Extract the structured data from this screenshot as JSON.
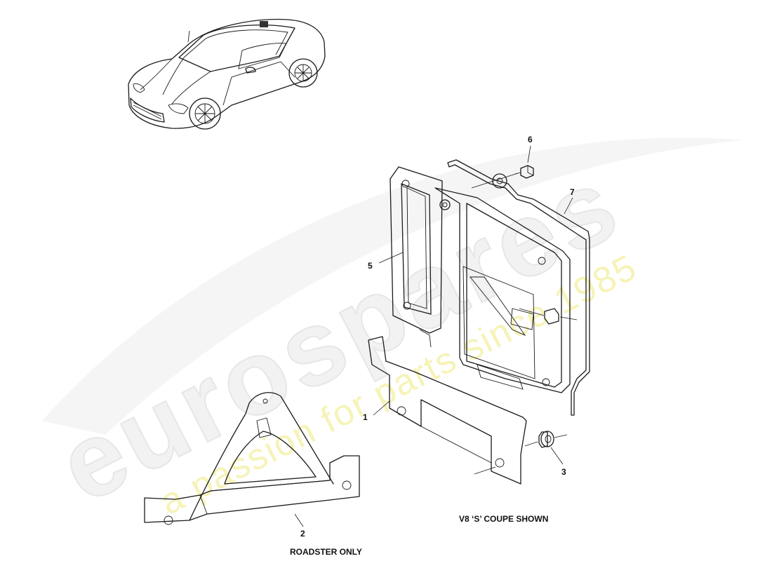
{
  "watermark": {
    "brand": "eurospares",
    "tagline": "a passion for parts since 1985",
    "brand_color": "#efefef",
    "tagline_color": "#f4f0a8"
  },
  "captions": {
    "roadster": "ROADSTER ONLY",
    "coupe": "V8 ‘S’ COUPE SHOWN"
  },
  "callouts": [
    "1",
    "2",
    "3",
    "5",
    "6",
    "7"
  ],
  "colors": {
    "line": "#1a1a1a",
    "background": "#ffffff"
  }
}
